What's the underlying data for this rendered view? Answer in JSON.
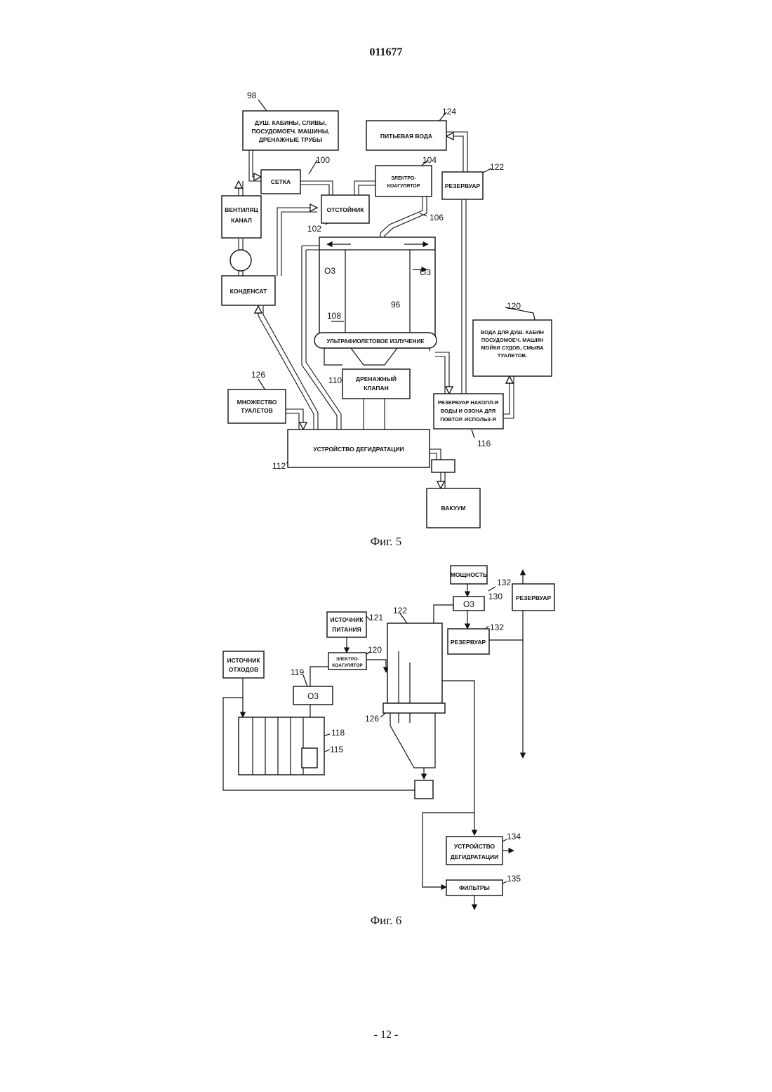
{
  "document": {
    "number": "011677",
    "page": "- 12 -"
  },
  "fig5": {
    "caption": "Фиг. 5",
    "nodes": {
      "shower_sources": [
        "ДУШ. КАБИНЫ, СЛИВЫ,",
        "ПОСУДОМОЕЧ. МАШИНЫ,",
        "ДРЕНАЖНЫЕ ТРУБЫ"
      ],
      "mesh": "СЕТКА",
      "electrocoagulator": [
        "ЭЛЕКТРО-",
        "КОАГУЛЯТОР"
      ],
      "drinking_water": "ПИТЬЕВАЯ ВОДА",
      "reservoir": "РЕЗЕРВУАР",
      "ventilation": [
        "ВЕНТИЛЯЦ",
        "КАНАЛ"
      ],
      "settler": "ОТСТОЙНИК",
      "condensate": "КОНДЕНСАТ",
      "ozone_left": "О3",
      "ozone_right": "О3",
      "uv": "УЛЬТРАФИОЛЕТОВОЕ ИЗЛУЧЕНИЕ",
      "reuse_water": [
        "ВОДА ДЛЯ ДУШ. КАБИН",
        "ПОСУДОМОЕЧ. МАШИН",
        "МОЙКИ СУДОВ, СМЫВА",
        "ТУАЛЕТОВ."
      ],
      "drain_valve": [
        "ДРЕНАЖНЫЙ",
        "КЛАПАН"
      ],
      "toilets": [
        "МНОЖЕСТВО",
        "ТУАЛЕТОВ"
      ],
      "storage_tank": [
        "РЕЗЕРВУАР НАКОПЛ-Я",
        "ВОДЫ И ОЗОНА  ДЛЯ",
        "ПОВТОР.  ИСПОЛЬЗ-Я"
      ],
      "dehydration": "УСТРОЙСТВО  ДЕГИДРАТАЦИИ",
      "vacuum": "ВАКУУМ"
    },
    "refs": {
      "r98": "98",
      "r100": "100",
      "r104": "104",
      "r124": "124",
      "r122": "122",
      "r102": "102",
      "r106": "106",
      "r96": "96",
      "r108": "108",
      "r120": "120",
      "r126": "126",
      "r110": "110",
      "r116": "116",
      "r112": "112"
    }
  },
  "fig6": {
    "caption": "Фиг. 6",
    "nodes": {
      "power": "МОЩНОСТЬ",
      "ozone_top": "О3",
      "reservoir_right": "РЕЗЕРВУАР",
      "reservoir_mid": "РЕЗЕРВУАР",
      "power_source": [
        "ИСТОЧНИК",
        "ПИТАНИЯ"
      ],
      "waste_source": [
        "ИСТОЧНИК",
        "ОТХОДОВ"
      ],
      "electrocoagulator": [
        "ЭЛЕКТРО-",
        "КОАГУЛЯТОР"
      ],
      "ozone_left": "О3",
      "dehydration": [
        "УСТРОЙСТВО",
        "ДЕГИДРАТАЦИИ"
      ],
      "filters": "ФИЛЬТРЫ"
    },
    "refs": {
      "r132a": "132",
      "r130": "130",
      "r132b": "132",
      "r121": "121",
      "r122": "122",
      "r120": "120",
      "r119": "119",
      "r126": "126",
      "r118": "118",
      "r115": "115",
      "r134": "134",
      "r135": "135"
    }
  }
}
